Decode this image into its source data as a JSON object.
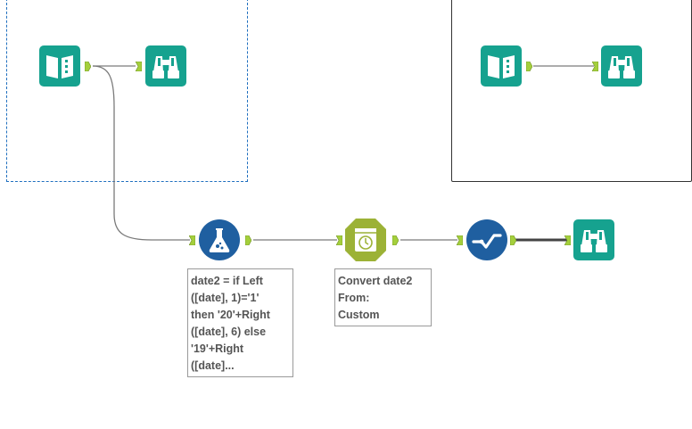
{
  "canvas": {
    "background": "#ffffff",
    "tool_teal": "#16a28f",
    "tool_blue": "#1f5fa0",
    "tool_olive": "#9cb236",
    "anchor_green": "#a4cf3c",
    "connection_color": "#7a7a7a",
    "container_left_border": "#1f6fbf",
    "container_right_border": "#333333"
  },
  "tools": [
    {
      "name": "input-data-tool-1",
      "icon": "book-icon"
    },
    {
      "name": "browse-tool-1",
      "icon": "binoculars-icon"
    },
    {
      "name": "input-data-tool-2",
      "icon": "book-icon"
    },
    {
      "name": "browse-tool-2",
      "icon": "binoculars-icon"
    },
    {
      "name": "formula-tool",
      "icon": "flask-icon"
    },
    {
      "name": "datetime-tool",
      "icon": "clock-icon"
    },
    {
      "name": "select-tool",
      "icon": "checkmark-icon"
    },
    {
      "name": "browse-tool-3",
      "icon": "binoculars-icon"
    }
  ],
  "annotations": {
    "formula": "date2 = if Left\n([date], 1)='1'\nthen '20'+Right\n([date], 6) else\n'19'+Right\n([date]...",
    "datetime": "Convert date2\nFrom:\nCustom"
  }
}
